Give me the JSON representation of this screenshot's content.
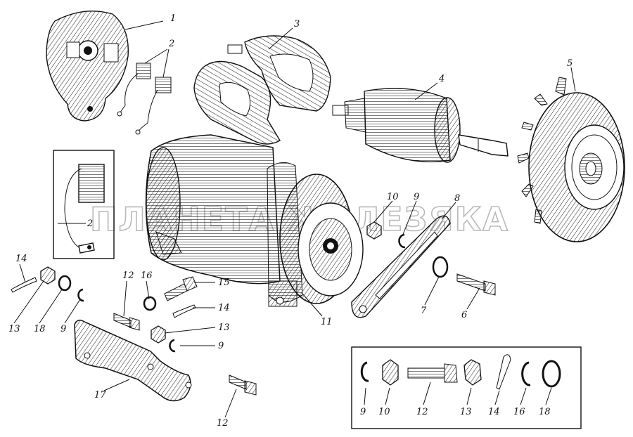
{
  "watermark": "ПЛАНЕТА ЖЕЛЕЗЯКА",
  "labels": {
    "l1": "1",
    "l2a": "2",
    "l2b": "2",
    "l3": "3",
    "l4": "4",
    "l5": "5",
    "l6": "6",
    "l7": "7",
    "l8": "8",
    "l9a": "9",
    "l9b": "9",
    "l9c": "9",
    "l10": "10",
    "l11": "11",
    "l12a": "12",
    "l12b": "12",
    "l13a": "13",
    "l13b": "13",
    "l14a": "14",
    "l14b": "14",
    "l15": "15",
    "l16": "16",
    "l17": "17",
    "l18": "18"
  },
  "legend_box": {
    "items": [
      "9",
      "10",
      "12",
      "13",
      "14",
      "16",
      "18"
    ]
  }
}
